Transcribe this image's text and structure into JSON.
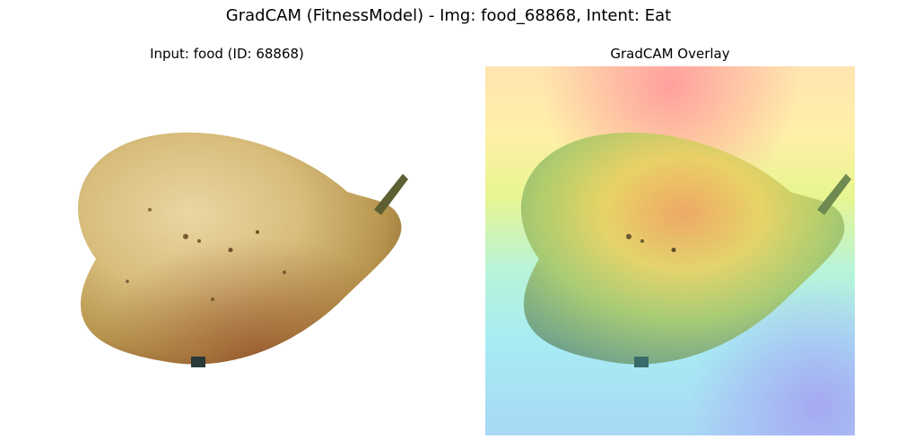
{
  "figure": {
    "suptitle": "GradCAM (FitnessModel) - Img: food_68868, Intent: Eat"
  },
  "panels": [
    {
      "title": "Input: food (ID: 68868)"
    },
    {
      "title": "GradCAM Overlay"
    }
  ],
  "colors": {
    "pear_light": "#e8d4a0",
    "pear_mid": "#c9a860",
    "pear_dark": "#8a6030",
    "stem": "#6b6a3a",
    "heatmap_hot": "#ff8a8a",
    "heatmap_warm": "#ffe9a8",
    "heatmap_mid": "#d7f07a",
    "heatmap_cool": "#9ef0f5",
    "heatmap_cold": "#a8a8f5"
  },
  "icons": {
    "input_image": "pear-photo",
    "overlay_image": "pear-gradcam-heatmap"
  }
}
